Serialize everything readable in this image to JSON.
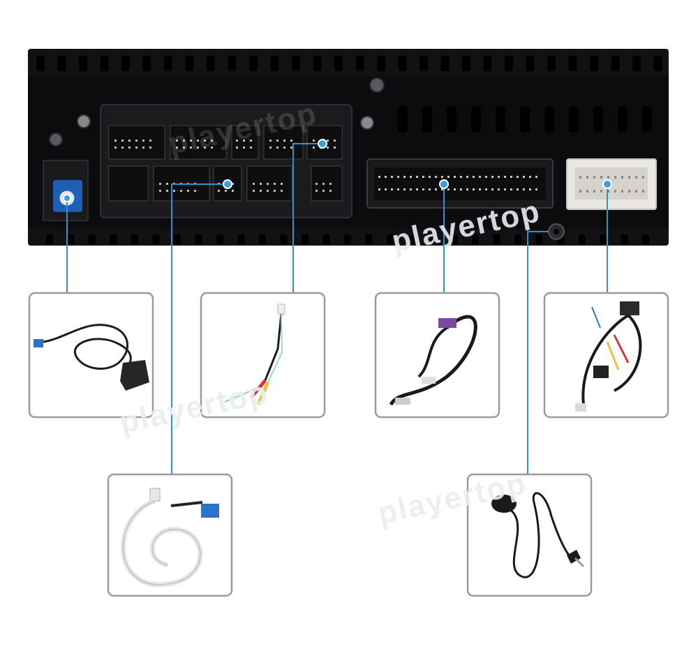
{
  "watermark": {
    "text": "playertop"
  },
  "colors": {
    "unit_body": "#121214",
    "unit_face": "#0c0c0e",
    "leader_line": "#2e93d3",
    "connector_dot": "#3a9fde",
    "card_border": "#9a9a9a",
    "card_background": "#ffffff",
    "gps_port": "#1f5fb8"
  },
  "head_unit": {
    "icon": "car-radio-rear-panel"
  },
  "ports": [
    {
      "id": "gps-antenna-port",
      "icon": "fakra-socket-icon"
    },
    {
      "id": "quadlock-usb-port",
      "icon": "multi-pin-socket-icon"
    },
    {
      "id": "quadlock-rca-port",
      "icon": "multi-pin-socket-icon"
    },
    {
      "id": "wide-main-port",
      "icon": "multi-pin-socket-icon"
    },
    {
      "id": "white-power-port",
      "icon": "multi-pin-socket-icon"
    },
    {
      "id": "mic-jack-port",
      "icon": "audio-jack-icon"
    }
  ],
  "accessories": [
    {
      "id": "gps-antenna",
      "icon": "gps-antenna-icon"
    },
    {
      "id": "rca-video-cable",
      "icon": "rca-cable-icon"
    },
    {
      "id": "main-wiring-harness",
      "icon": "harness-icon"
    },
    {
      "id": "power-harness",
      "icon": "power-harness-icon"
    },
    {
      "id": "usb-extension-cable",
      "icon": "usb-cable-icon"
    },
    {
      "id": "external-microphone",
      "icon": "microphone-icon"
    }
  ]
}
